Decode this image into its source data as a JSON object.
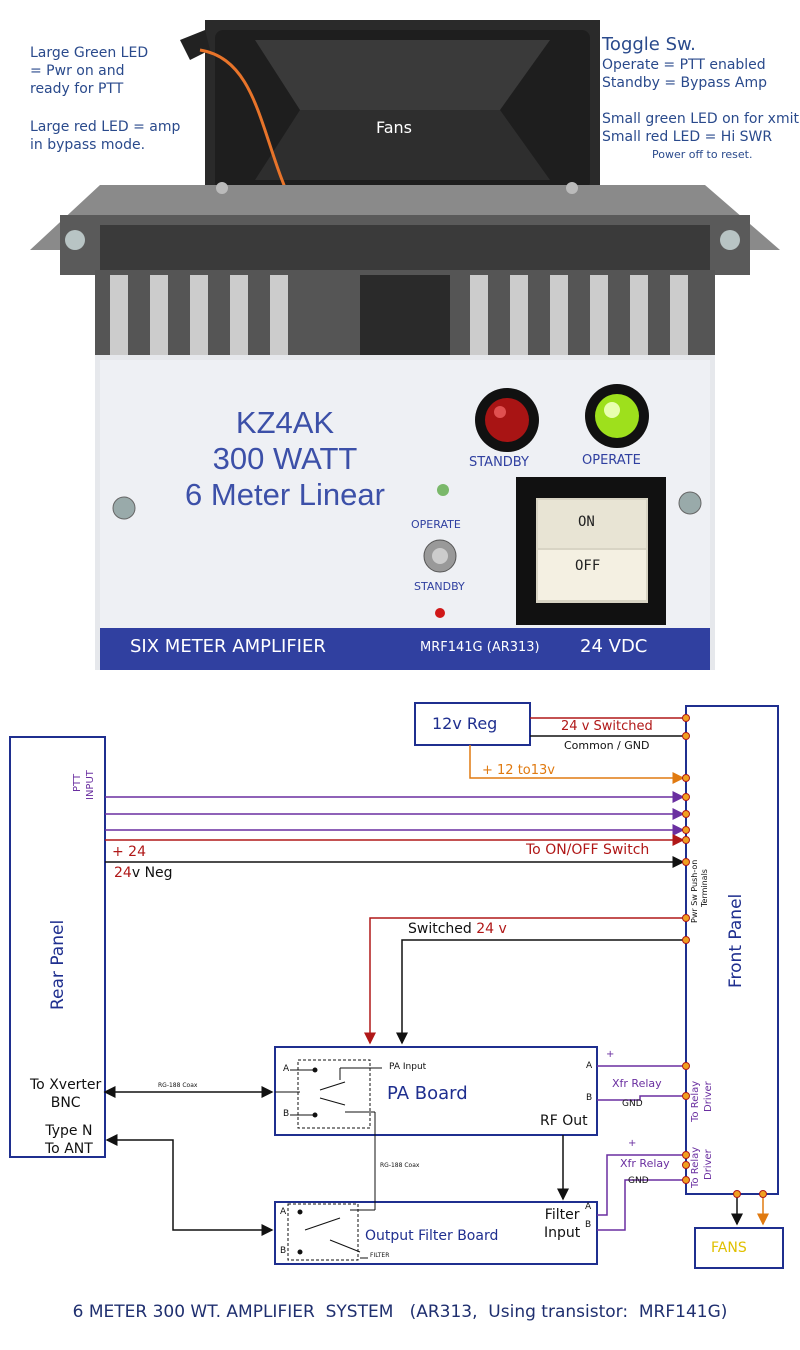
{
  "photo": {
    "notes_left": {
      "line1": "Large Green LED",
      "line2": "= Pwr on and",
      "line3": "ready for PTT",
      "line4": "Large red LED = amp",
      "line5": "in bypass mode."
    },
    "notes_right": {
      "title": "Toggle Sw.",
      "line1": "Operate = PTT enabled",
      "line2": "Standby = Bypass Amp",
      "line3": "Small green LED on for xmit",
      "line4": "Small red LED = Hi SWR",
      "line5": "Power off to reset."
    },
    "fans_label": "Fans",
    "panel": {
      "title1": "KZ4AK",
      "title2": "300 WATT",
      "title3": "6 Meter Linear",
      "standby_label": "STANDBY",
      "operate_label": "OPERATE",
      "toggle_top": "OPERATE",
      "toggle_bottom": "STANDBY",
      "switch_on": "ON",
      "switch_off": "OFF",
      "strip_left": "SIX METER AMPLIFIER",
      "strip_mid": "MRF141G (AR313)",
      "strip_right": "24 VDC"
    }
  },
  "diagram": {
    "reg_label": "12v Reg",
    "switched_label": "v Switched",
    "switched_num": "24",
    "common_gnd": "Common / GND",
    "plus_12_13": "+ 12 to13v",
    "ptt_input_1": "PTT",
    "ptt_input_2": "INPUT",
    "plus24": "+ 24",
    "to_onoff": "To ON/OFF Switch",
    "neg24_num": "24",
    "neg24_rest": "v Neg",
    "pwr_sw_1": "Pwr Sw Push-on",
    "pwr_sw_2": "Terminals",
    "switched24_a": "Switched",
    "switched24_b": "24 v",
    "rear_panel": "Rear Panel",
    "front_panel": "Front Panel",
    "to_xverter_1": "To Xverter",
    "to_xverter_2": "BNC",
    "type_n_1": "Type N",
    "type_n_2": "To ANT",
    "coax1": "RG-188 Coax",
    "coax2": "RG-188 Coax",
    "pa_input": "PA Input",
    "pa_board": "PA Board",
    "rf_out": "RF Out",
    "relay_a": "A",
    "relay_b": "B",
    "xfr_relay": "Xfr Relay",
    "gnd": "GND",
    "plus": "+",
    "to_relay_1": "To Relay",
    "to_relay_2": "Driver",
    "filter_input_1": "Filter",
    "filter_input_2": "Input",
    "output_filter": "Output Filter Board",
    "filter_small": "FILTER",
    "fans": "FANS"
  },
  "caption": "6 METER 300 WT. AMPLIFIER  SYSTEM   (AR313,  Using transistor:  MRF141G)",
  "colors": {
    "blue": "#1f2f8f",
    "purple": "#6a2fa0",
    "red": "#b01818",
    "orange": "#e07a10",
    "fans_text": "#e0c000"
  }
}
